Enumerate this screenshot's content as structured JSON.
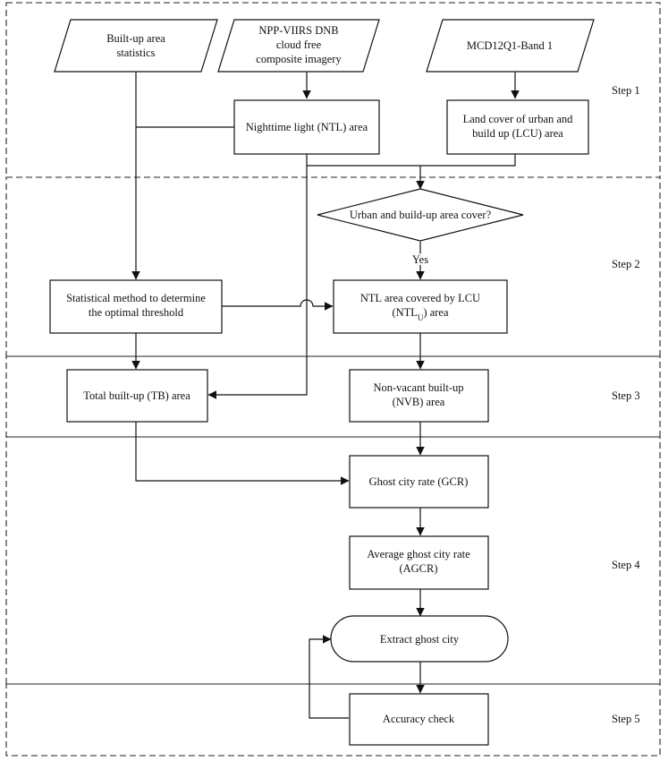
{
  "nodes": {
    "builtup_stats": [
      "Built-up area",
      "statistics"
    ],
    "npp_viirs": [
      "NPP-VIIRS DNB",
      "cloud free",
      "composite imagery"
    ],
    "mcd12q1": [
      "MCD12Q1-Band 1"
    ],
    "ntl_area": [
      "Nighttime light (NTL) area"
    ],
    "lcu_area": [
      "Land cover of urban and",
      "build up (LCU) area"
    ],
    "urban_cover_decision": [
      "Urban and build-up area cover?"
    ],
    "yes_label": "Yes",
    "statistical_method": [
      "Statistical method to determine",
      "the optimal threshold"
    ],
    "ntl_lcu": {
      "line1": "NTL area covered by LCU",
      "line2_prefix": "(NTL",
      "line2_sub": "U",
      "line2_suffix": ") area"
    },
    "total_builtup": [
      "Total built-up (TB) area"
    ],
    "nonvacant_builtup": [
      "Non-vacant built-up",
      "(NVB) area"
    ],
    "ghost_city_rate": [
      "Ghost city rate (GCR)"
    ],
    "average_gcr": [
      "Average ghost city rate",
      "(AGCR)"
    ],
    "extract_ghost_city": [
      "Extract ghost city"
    ],
    "accuracy_check": [
      "Accuracy check"
    ]
  },
  "steps": [
    "Step 1",
    "Step 2",
    "Step 3",
    "Step 4",
    "Step 5"
  ]
}
